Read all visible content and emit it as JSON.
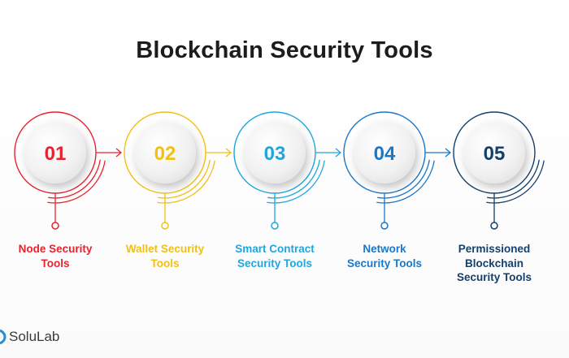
{
  "title": "Blockchain Security Tools",
  "steps": [
    {
      "number": "01",
      "label": "Node Security\nTools",
      "color": "#e8232f"
    },
    {
      "number": "02",
      "label": "Wallet Security\nTools",
      "color": "#f2c014"
    },
    {
      "number": "03",
      "label": "Smart Contract\nSecurity Tools",
      "color": "#1fa6df"
    },
    {
      "number": "04",
      "label": "Network\nSecurity Tools",
      "color": "#1b78c8"
    },
    {
      "number": "05",
      "label": "Permissioned\nBlockchain\nSecurity Tools",
      "color": "#143f6b"
    }
  ],
  "brand": {
    "name": "SoluLab",
    "color": "#2a8fc9"
  }
}
